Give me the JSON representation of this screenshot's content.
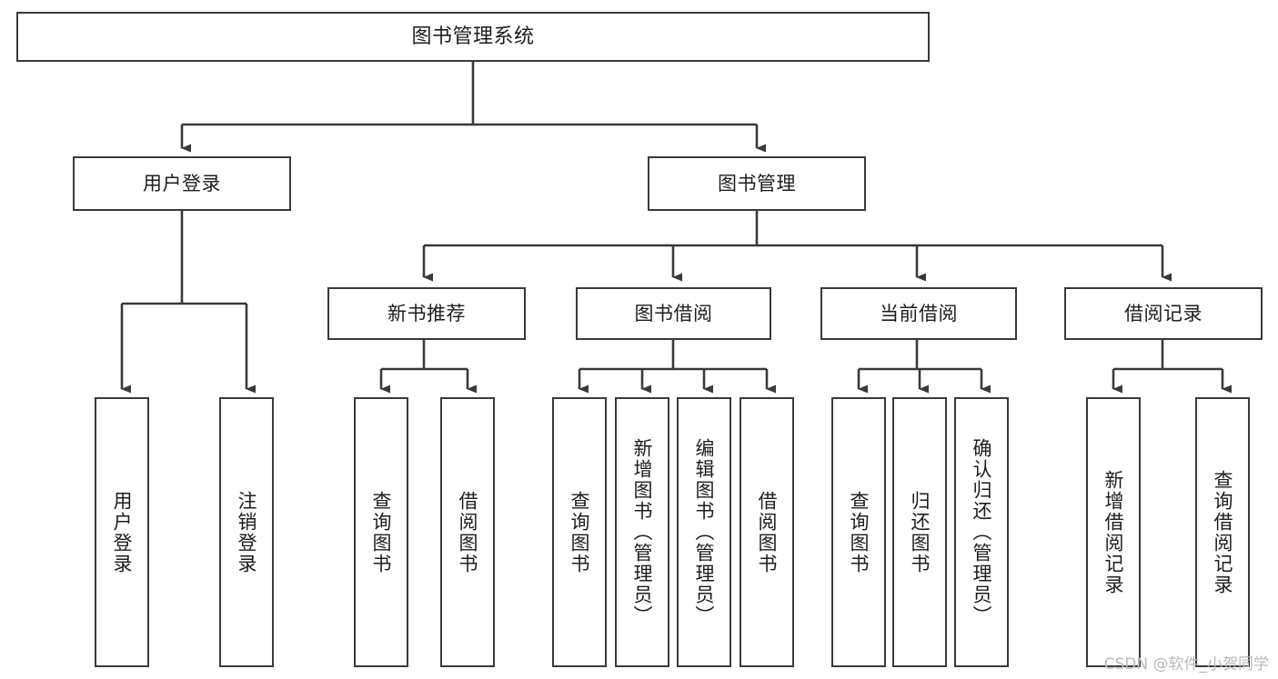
{
  "diagram": {
    "title": "图书管理系统",
    "type": "tree",
    "colors": {
      "background": "#ffffff",
      "node_border": "#3a3a3a",
      "node_fill": "#ffffff",
      "edge": "#3a3a3a",
      "text": "#1d1d1d",
      "watermark": "#b9b9b9"
    },
    "watermark": "CSDN @软件_小贺同学",
    "levels": {
      "root": {
        "label": "图书管理系统"
      },
      "level2": [
        {
          "label": "用户登录"
        },
        {
          "label": "图书管理"
        }
      ],
      "level3": [
        {
          "label": "新书推荐"
        },
        {
          "label": "图书借阅"
        },
        {
          "label": "当前借阅"
        },
        {
          "label": "借阅记录"
        }
      ]
    },
    "leaves": {
      "user_login": [
        {
          "label": "用户登录"
        },
        {
          "label": "注销登录"
        }
      ],
      "new_book_recommend": [
        {
          "label": "查询图书"
        },
        {
          "label": "借阅图书"
        }
      ],
      "book_borrow": [
        {
          "label": "查询图书"
        },
        {
          "label": "新增图书（管理员）"
        },
        {
          "label": "编辑图书（管理员）"
        },
        {
          "label": "借阅图书"
        }
      ],
      "current_borrow": [
        {
          "label": "查询图书"
        },
        {
          "label": "归还图书"
        },
        {
          "label": "确认归还（管理员）"
        }
      ],
      "borrow_record": [
        {
          "label": "新增借阅记录"
        },
        {
          "label": "查询借阅记录"
        }
      ]
    }
  }
}
